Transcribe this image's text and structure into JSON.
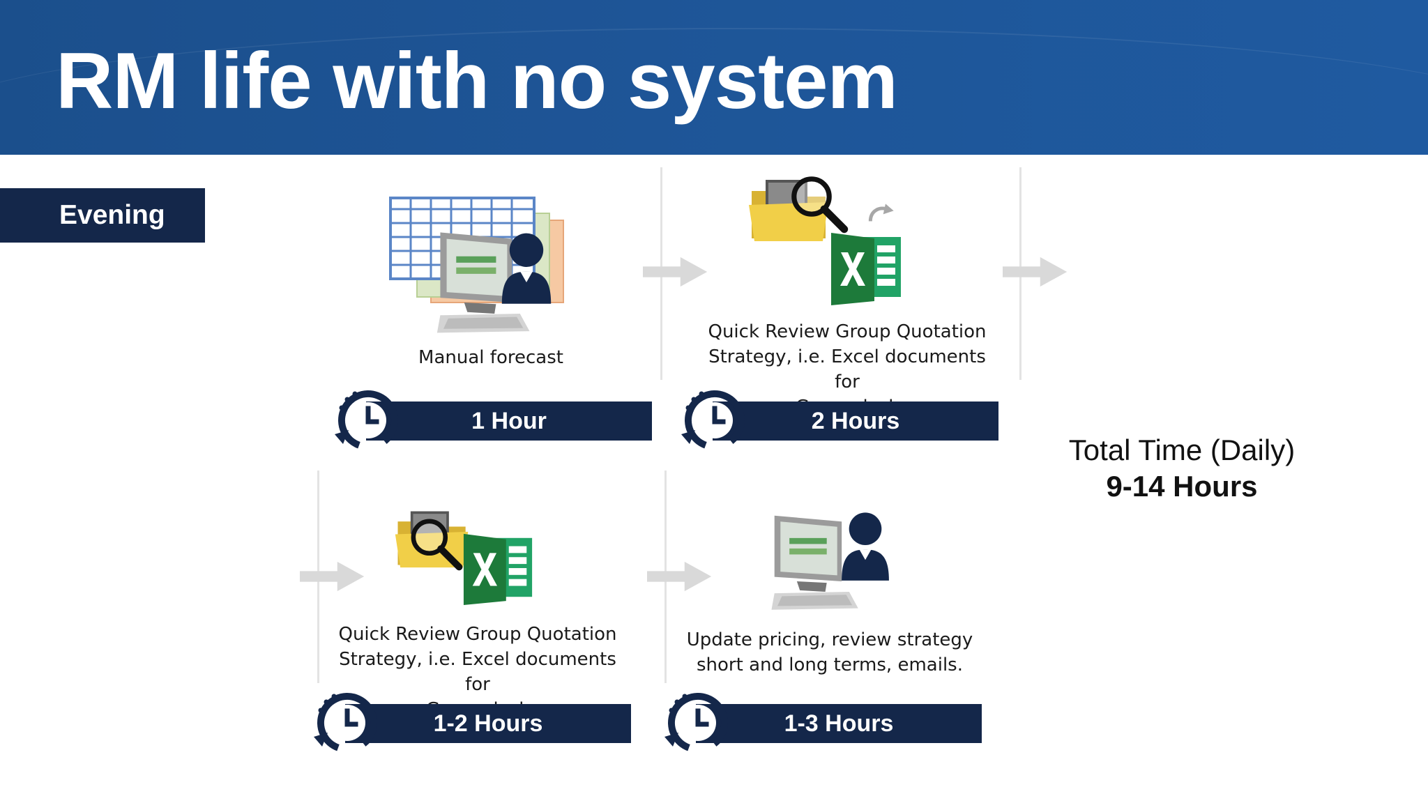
{
  "slide": {
    "title": "RM life with no system",
    "section_tag": "Evening",
    "colors": {
      "header_blue": "#1e5597",
      "navy": "#14274a",
      "excel_green": "#1d7a3a"
    }
  },
  "steps": [
    {
      "description": "Manual forecast",
      "time": "1 Hour",
      "icon": "forecast-computer-user-icon"
    },
    {
      "description_lines": [
        "Quick Review Group Quotation",
        "Strategy, i.e. Excel documents for",
        "Group desk"
      ],
      "time": "2 Hours",
      "icon": "folder-search-excel-icon"
    },
    {
      "description_lines": [
        "Quick Review Group Quotation",
        "Strategy, i.e. Excel documents for",
        "Group desk"
      ],
      "time": "1-2 Hours",
      "icon": "folder-search-excel-icon"
    },
    {
      "description_lines": [
        "Update pricing, review strategy",
        "short and long terms, emails."
      ],
      "time": "1-3 Hours",
      "icon": "computer-user-icon"
    }
  ],
  "total": {
    "label": "Total Time (Daily)",
    "value": "9-14 Hours"
  }
}
